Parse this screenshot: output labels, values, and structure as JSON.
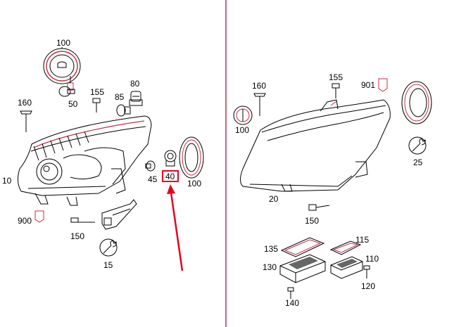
{
  "colors": {
    "line": "#000000",
    "accent": "#c0304a",
    "highlight": "#e8001c"
  },
  "left": {
    "labels": {
      "l100a": "100",
      "l80": "80",
      "l155": "155",
      "l85": "85",
      "l160": "160",
      "l50": "50",
      "l10": "10",
      "l45": "45",
      "l40": "40",
      "l100b": "100",
      "l900": "900",
      "l150": "150",
      "l15": "15"
    }
  },
  "right": {
    "labels": {
      "l155": "155",
      "l901": "901",
      "l160": "160",
      "l100": "100",
      "l25": "25",
      "l20": "20",
      "l150": "150",
      "l135": "135",
      "l115": "115",
      "l130": "130",
      "l110": "110",
      "l120": "120",
      "l140": "140"
    }
  }
}
